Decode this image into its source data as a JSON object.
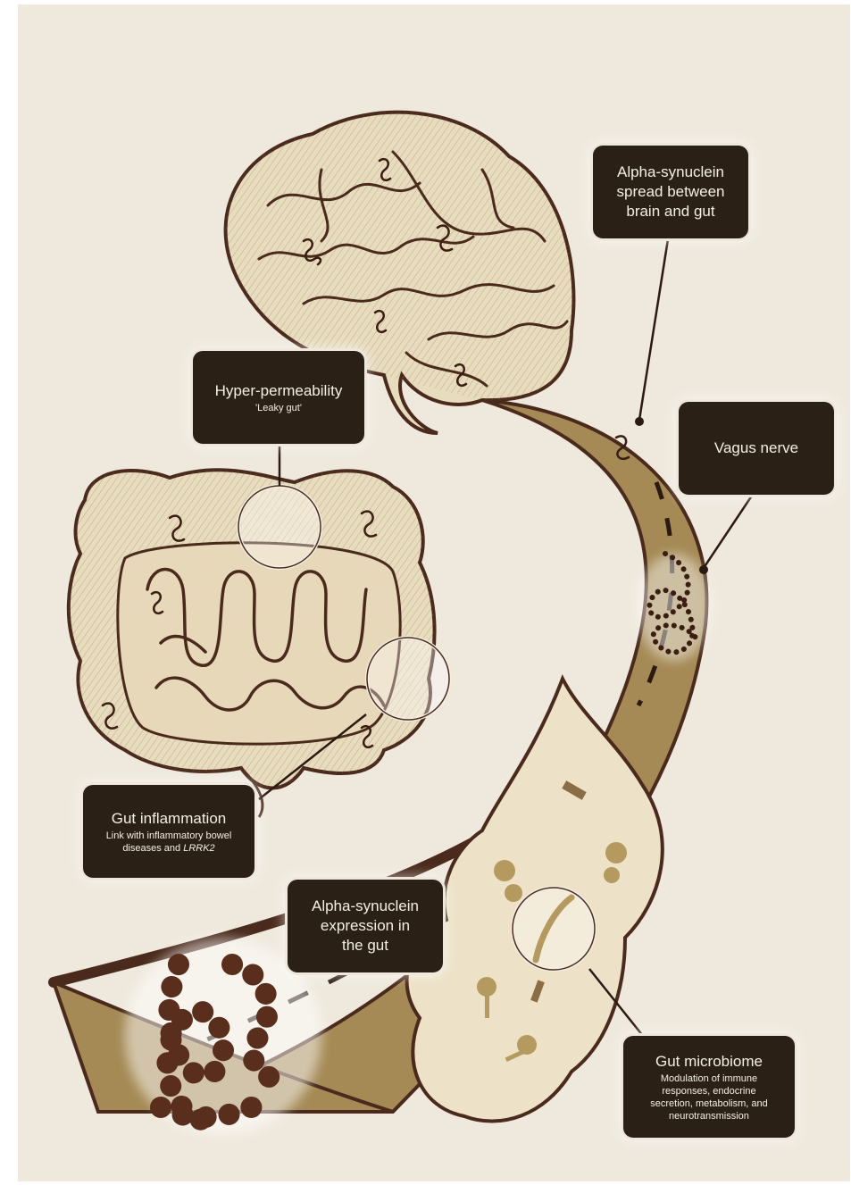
{
  "callouts": {
    "spread": {
      "title": "Alpha-synuclein\nspread between\nbrain and gut"
    },
    "permeability": {
      "title": "Hyper-permeability",
      "subtitle": "'Leaky gut'"
    },
    "vagus": {
      "title": "Vagus nerve"
    },
    "inflammation": {
      "title": "Gut inflammation",
      "subtitle": "Link with inflammatory bowel\ndiseases and",
      "subtitle_em": "LRRK2"
    },
    "expression": {
      "title": "Alpha-synuclein\nexpression in\nthe gut"
    },
    "microbiome": {
      "title": "Gut microbiome",
      "subtitle": "Modulation of immune\nresponses, endocrine\nsecretion, metabolism, and\nneurotransmission"
    }
  },
  "colors": {
    "background": "#efe9dd",
    "nerve_fill": "#a58a55",
    "outline": "#4a2a1c",
    "organ_fill": "#e8dcbf",
    "callout_bg": "#2b2016",
    "callout_text": "#f4efe4"
  }
}
